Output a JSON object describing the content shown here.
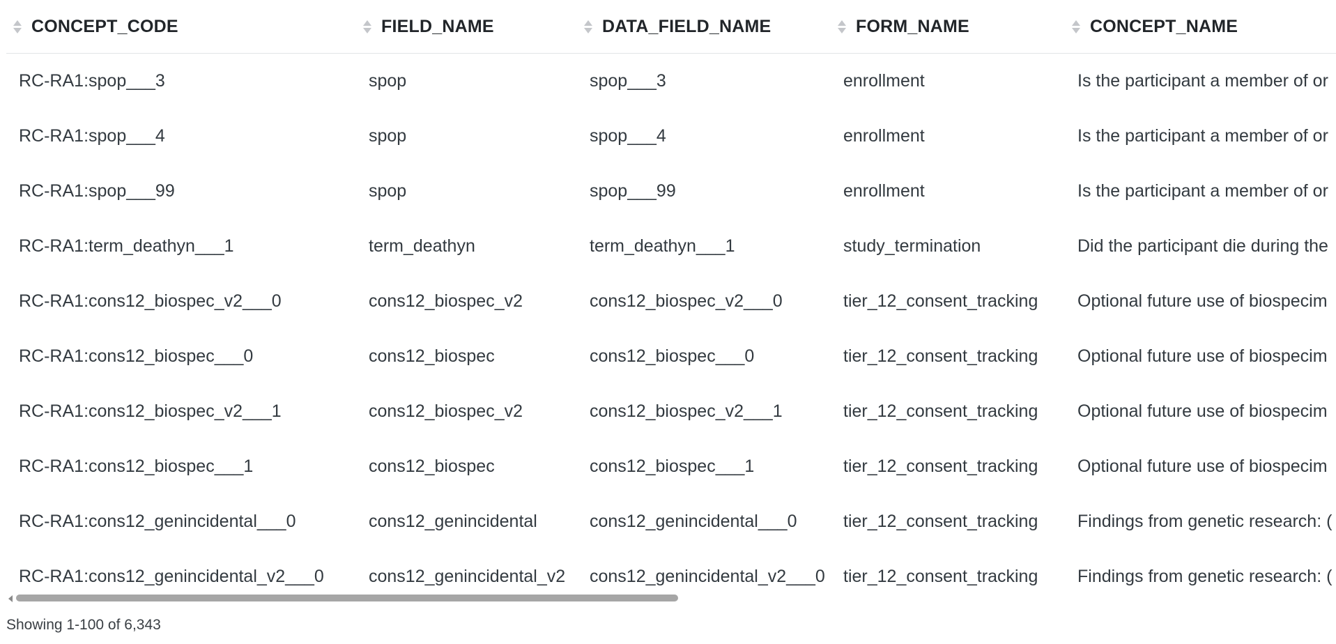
{
  "table": {
    "headers": [
      "CONCEPT_CODE",
      "FIELD_NAME",
      "DATA_FIELD_NAME",
      "FORM_NAME",
      "CONCEPT_NAME"
    ],
    "rows": [
      [
        "RC-RA1:spop___3",
        "spop",
        "spop___3",
        "enrollment",
        "Is the participant a member of or"
      ],
      [
        "RC-RA1:spop___4",
        "spop",
        "spop___4",
        "enrollment",
        "Is the participant a member of or"
      ],
      [
        "RC-RA1:spop___99",
        "spop",
        "spop___99",
        "enrollment",
        "Is the participant a member of or"
      ],
      [
        "RC-RA1:term_deathyn___1",
        "term_deathyn",
        "term_deathyn___1",
        "study_termination",
        "Did the participant die during the"
      ],
      [
        "RC-RA1:cons12_biospec_v2___0",
        "cons12_biospec_v2",
        "cons12_biospec_v2___0",
        "tier_12_consent_tracking",
        "Optional future use of biospecim"
      ],
      [
        "RC-RA1:cons12_biospec___0",
        "cons12_biospec",
        "cons12_biospec___0",
        "tier_12_consent_tracking",
        "Optional future use of biospecim"
      ],
      [
        "RC-RA1:cons12_biospec_v2___1",
        "cons12_biospec_v2",
        "cons12_biospec_v2___1",
        "tier_12_consent_tracking",
        "Optional future use of biospecim"
      ],
      [
        "RC-RA1:cons12_biospec___1",
        "cons12_biospec",
        "cons12_biospec___1",
        "tier_12_consent_tracking",
        "Optional future use of biospecim"
      ],
      [
        "RC-RA1:cons12_genincidental___0",
        "cons12_genincidental",
        "cons12_genincidental___0",
        "tier_12_consent_tracking",
        "Findings from genetic research: ("
      ],
      [
        "RC-RA1:cons12_genincidental_v2___0",
        "cons12_genincidental_v2",
        "cons12_genincidental_v2___0",
        "tier_12_consent_tracking",
        "Findings from genetic research: ("
      ]
    ]
  },
  "footer": {
    "showing": "Showing 1-100 of 6,343"
  },
  "icons": {
    "sort": "sort-arrows-icon",
    "scroll_left": "scroll-left-arrow-icon"
  }
}
